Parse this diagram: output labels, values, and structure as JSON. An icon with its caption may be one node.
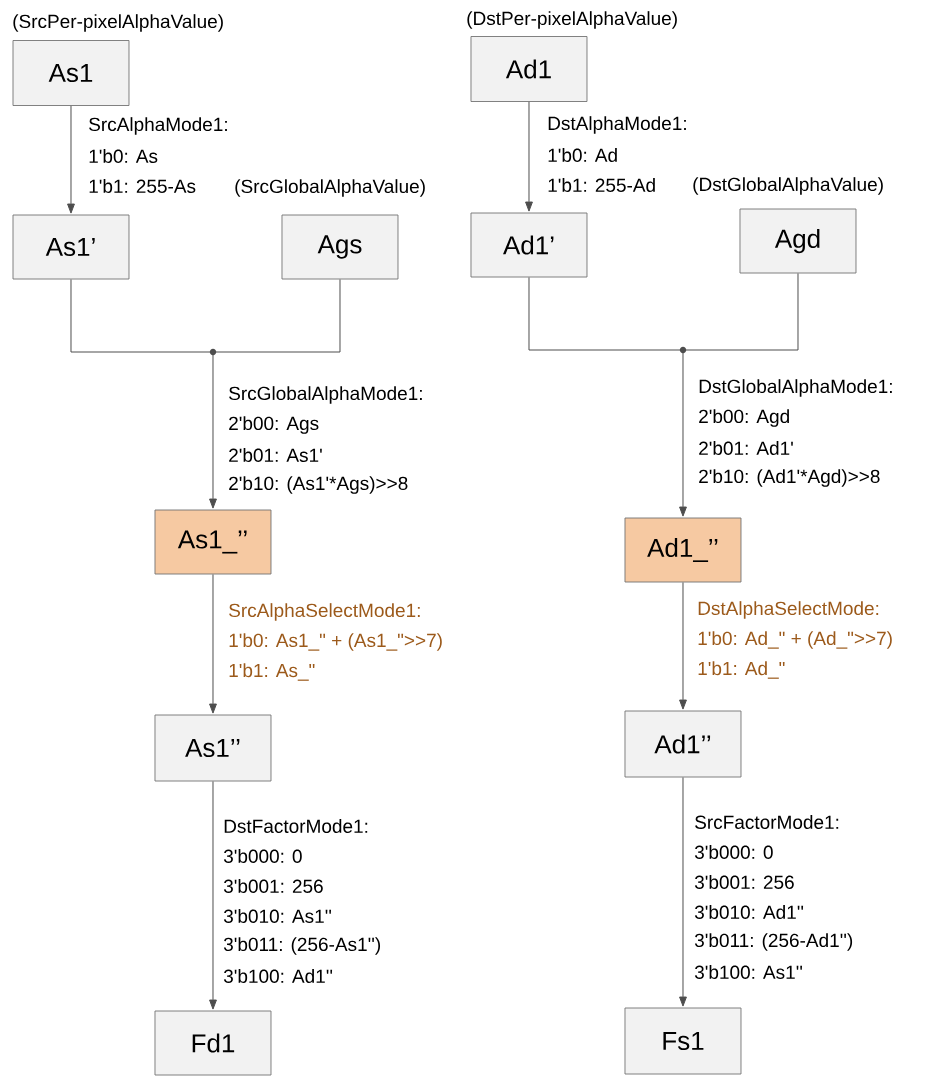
{
  "diagram": {
    "nodes": [
      {
        "text": [
          "As1"
        ],
        "beside": [
          "(SrcPer-pixelAlphaValue)"
        ]
      },
      {
        "text": [
          "As1’"
        ]
      },
      {
        "text": [
          "Ags"
        ],
        "beside": [
          "(SrcGlobalAlphaValue)"
        ]
      },
      {
        "text": [
          "As1_’’"
        ]
      },
      {
        "text": [
          "As1’’"
        ]
      },
      {
        "text": [
          "Fd1"
        ]
      },
      {
        "text": [
          "Ad1"
        ],
        "beside": [
          "(DstPer-pixelAlphaValue)"
        ]
      },
      {
        "text": [
          "Ad1’"
        ]
      },
      {
        "text": [
          "Agd"
        ],
        "beside": [
          "(DstGlobalAlphaValue)"
        ]
      },
      {
        "text": [
          "Ad1_’’"
        ]
      },
      {
        "text": [
          "Ad1’’"
        ]
      },
      {
        "text": [
          "Fs1"
        ]
      }
    ],
    "edges": [
      {
        "from": 0,
        "to": 1,
        "arrow": "to"
      },
      {
        "from": 1,
        "to": 3,
        "arrow": "to"
      },
      {
        "from": 2,
        "to": 3,
        "arrow": "to"
      },
      {
        "from": 3,
        "to": 4,
        "arrow": "to"
      },
      {
        "from": 4,
        "to": 5,
        "arrow": "to"
      },
      {
        "from": 6,
        "to": 7,
        "arrow": "to"
      },
      {
        "from": 7,
        "to": 9,
        "arrow": "to"
      },
      {
        "from": 8,
        "to": 9,
        "arrow": "to"
      },
      {
        "from": 9,
        "to": 10,
        "arrow": "to"
      },
      {
        "from": 10,
        "to": 11,
        "arrow": "to"
      }
    ],
    "labels": [
      "SrcAlphaMode1:",
      "1'b0: As",
      "1'b1: 255-As",
      "DstAlphaMode1:",
      "1'b0: Ad",
      "1'b1: 255-Ad",
      "SrcGlobalAlphaMode1:",
      "2'b00: Ags",
      "2'b01: As1'",
      "2'b10: (As1'*Ags)>>8",
      "DstGlobalAlphaMode1:",
      "2'b00: Agd",
      "2'b01: Ad1'",
      "2'b10: (Ad1'*Agd)>>8",
      "SrcAlphaSelectMode1:",
      "1'b0:  As1_\" + (As1_\">>7)",
      "1'b1:  As_\"",
      "DstAlphaSelectMode:",
      "1'b0:  Ad_\" + (Ad_\">>7)",
      "1'b1:  Ad_\"",
      "DstFactorMode1:",
      "3'b000: 0",
      "3'b001: 256",
      "3'b010: As1''",
      "3'b011: (256-As1'')",
      "3'b100: Ad1''",
      "SrcFactorMode1:",
      "3'b000: 0",
      "3'b001: 256",
      "3'b010: Ad1''",
      "3'b011: (256-Ad1'')",
      "3'b100: As1''"
    ]
  }
}
